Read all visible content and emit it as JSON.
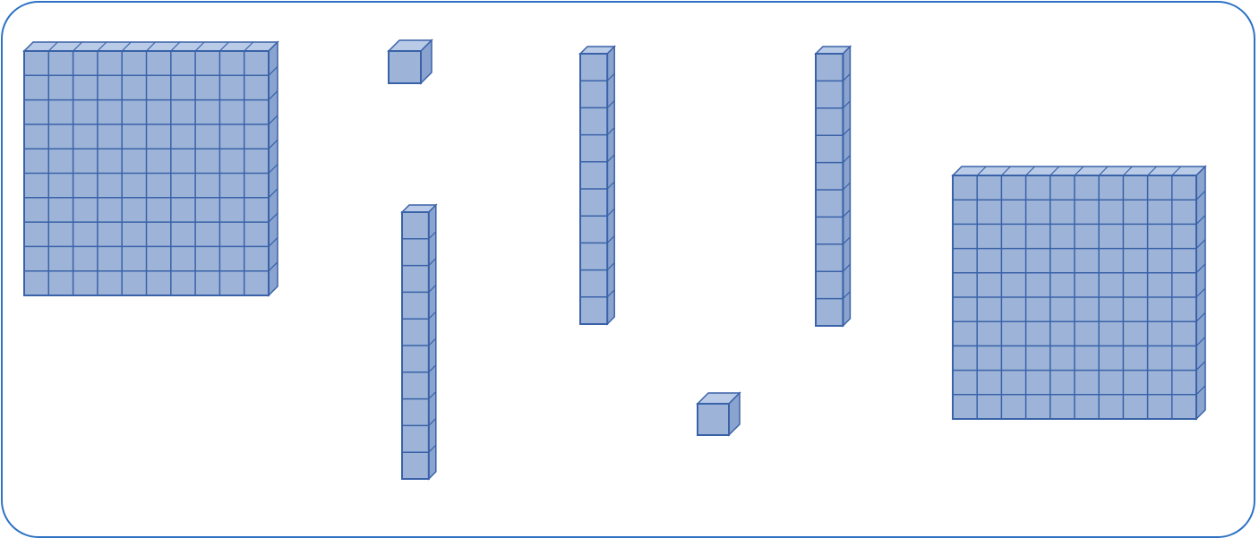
{
  "colors": {
    "frame_border": "#2f72c4",
    "block_face": "#9db4d8",
    "block_top": "#b9cbe7",
    "block_side": "#8aa4cf",
    "block_edge": "#3a62a8"
  },
  "base_ten_blocks": {
    "flats": 2,
    "rods": 3,
    "units": 2
  }
}
